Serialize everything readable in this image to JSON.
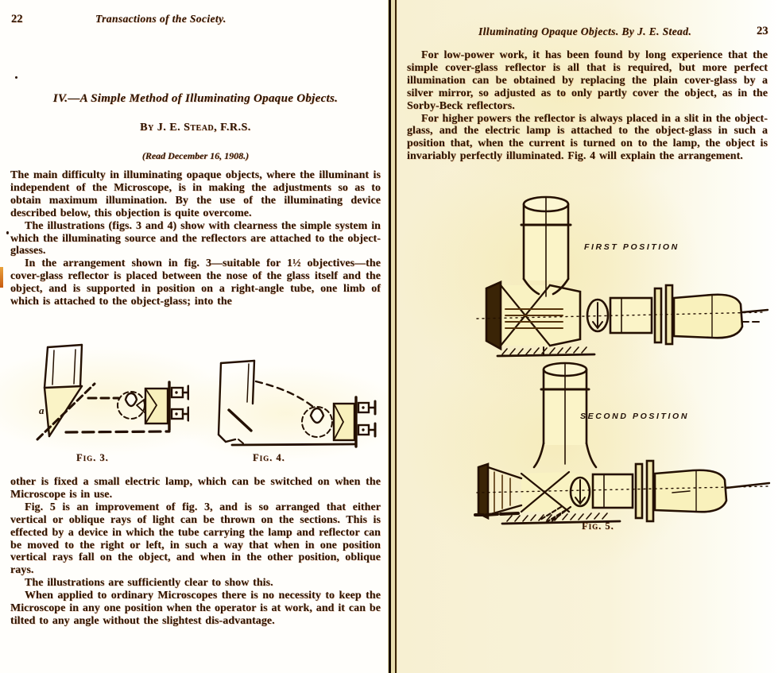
{
  "colors": {
    "ink": "#2b1403",
    "rust_fringe": "#c04a00",
    "paper_cream": "#f6efcd",
    "figure_fill": "#faf3c6",
    "gutter_dark": "#170b00"
  },
  "page_left": {
    "page_number": "22",
    "running_head": "Transactions of the Society.",
    "title": "IV.—A Simple Method of Illuminating Opaque Objects.",
    "byline": "By J. E. Stead, F.R.S.",
    "read_note": "(Read December 16, 1908.)",
    "paragraphs": [
      "The main difficulty in illuminating opaque objects, where the illuminant is independent of the Microscope, is in making the adjustments so as to obtain maximum illumination.  By the use of the illuminating device described below, this objection is quite overcome.",
      "The illustrations (figs. 3 and 4) show with clearness the simple system in which the illuminating source and the reflectors are attached to the object-glasses.",
      "In the arrangement shown in fig. 3—suitable for 1½ objectives—the cover-glass reflector is placed between the nose of the glass itself and the object, and is supported in position on a right-angle tube, one limb of which is attached to the object-glass; into the",
      "other is fixed a small electric lamp, which can be switched on when the Microscope is in use.",
      "Fig. 5 is an improvement of fig. 3, and is so arranged that either vertical or oblique rays of light can be thrown on the sections.  This is effected by a device in which the tube carrying the lamp and reflector can be moved to the right or left, in such a way that when in one position vertical rays fall on the object, and when in the other position, oblique rays.",
      "The illustrations are sufficiently clear to show this.",
      "When applied to ordinary Microscopes there is no necessity to keep the Microscope in any one position when the operator is at work, and it can be tilted to any angle without the slightest dis-advantage."
    ],
    "fig3_caption": "Fig. 3.",
    "fig3_part_label": "a",
    "fig4_caption": "Fig. 4."
  },
  "page_right": {
    "page_number": "23",
    "running_head": "Illuminating Opaque Objects.  By J. E. Stead.",
    "paragraphs": [
      "For low-power work, it has been found by long experience that the simple cover-glass reflector is all that is required, but more perfect illumination can be obtained by replacing the plain cover-glass by a silver mirror, so adjusted as to only partly cover the object, as in the Sorby-Beck reflectors.",
      "For higher powers the reflector is always placed in a slit in the object-glass, and the electric lamp is attached to the object-glass in such a position that, when the current is turned on to the lamp, the object is invariably perfectly illuminated.  Fig. 4 will explain the arrangement."
    ],
    "first_position_label": "FIRST POSITION",
    "second_position_label": "SECOND POSITION",
    "fig5_caption": "Fig. 5."
  }
}
